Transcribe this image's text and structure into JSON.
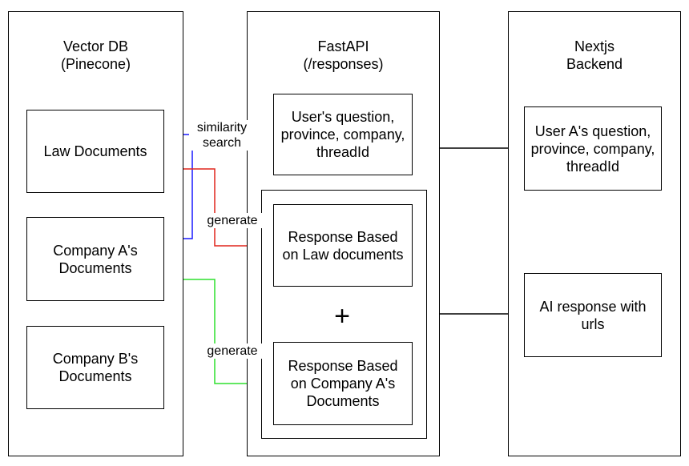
{
  "columns": {
    "vector_db": {
      "title_line1": "Vector DB",
      "title_line2": "(Pinecone)"
    },
    "fastapi": {
      "title_line1": "FastAPI",
      "title_line2": "(/responses)"
    },
    "nextjs": {
      "title_line1": "Nextjs",
      "title_line2": "Backend"
    }
  },
  "vector_db": {
    "law_documents": "Law Documents",
    "company_a_documents": "Company A's Documents",
    "company_b_documents": "Company B's Documents"
  },
  "fastapi": {
    "input_box": "User's question, province, company, threadId",
    "response_law": "Response Based on Law documents",
    "plus_symbol": "+",
    "response_company_a": "Response Based on Company A's Documents"
  },
  "nextjs": {
    "input_box": "User A's question, province, company, threadId",
    "output_box": "AI response with urls"
  },
  "edges": {
    "similarity_search": "similarity search",
    "generate_law": "generate",
    "generate_company": "generate"
  },
  "colors": {
    "similarity_search": "#1a1aff",
    "generate_law": "#e0251b",
    "generate_company": "#2ee02e",
    "default": "#000000"
  }
}
